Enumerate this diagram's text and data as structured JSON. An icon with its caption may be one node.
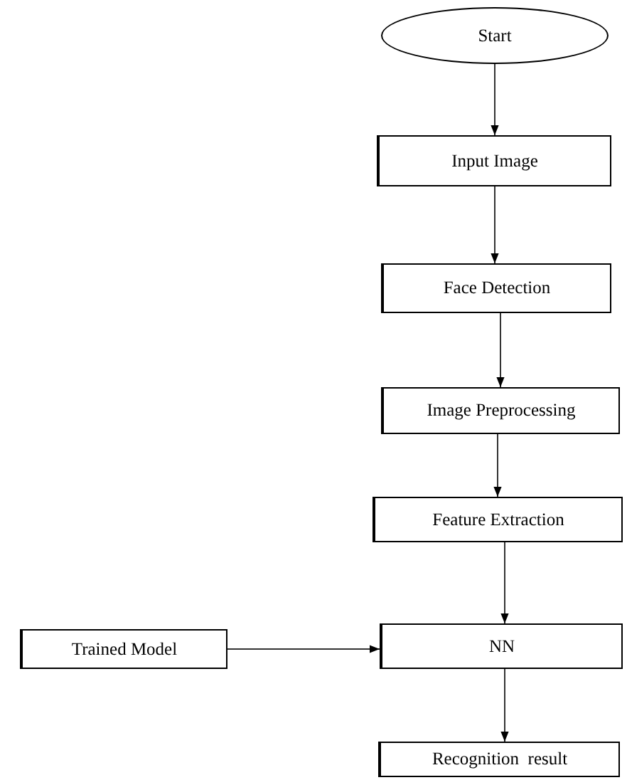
{
  "diagram": {
    "nodes": [
      {
        "text": [
          "Start"
        ]
      },
      {
        "text": [
          "Input Image"
        ]
      },
      {
        "text": [
          "Face Detection"
        ]
      },
      {
        "text": [
          "Image Preprocessing"
        ]
      },
      {
        "text": [
          "Feature Extraction"
        ]
      },
      {
        "text": [
          "NN"
        ]
      },
      {
        "text": [
          "Recognition  result"
        ]
      },
      {
        "text": [
          "Trained Model"
        ]
      }
    ],
    "edges": [
      {
        "from": 0,
        "to": 1,
        "arrow": "to"
      },
      {
        "from": 1,
        "to": 2,
        "arrow": "to"
      },
      {
        "from": 2,
        "to": 3,
        "arrow": "to"
      },
      {
        "from": 3,
        "to": 4,
        "arrow": "to"
      },
      {
        "from": 4,
        "to": 5,
        "arrow": "to"
      },
      {
        "from": 5,
        "to": 6,
        "arrow": "to"
      },
      {
        "from": 7,
        "to": 5,
        "arrow": "to"
      }
    ]
  }
}
